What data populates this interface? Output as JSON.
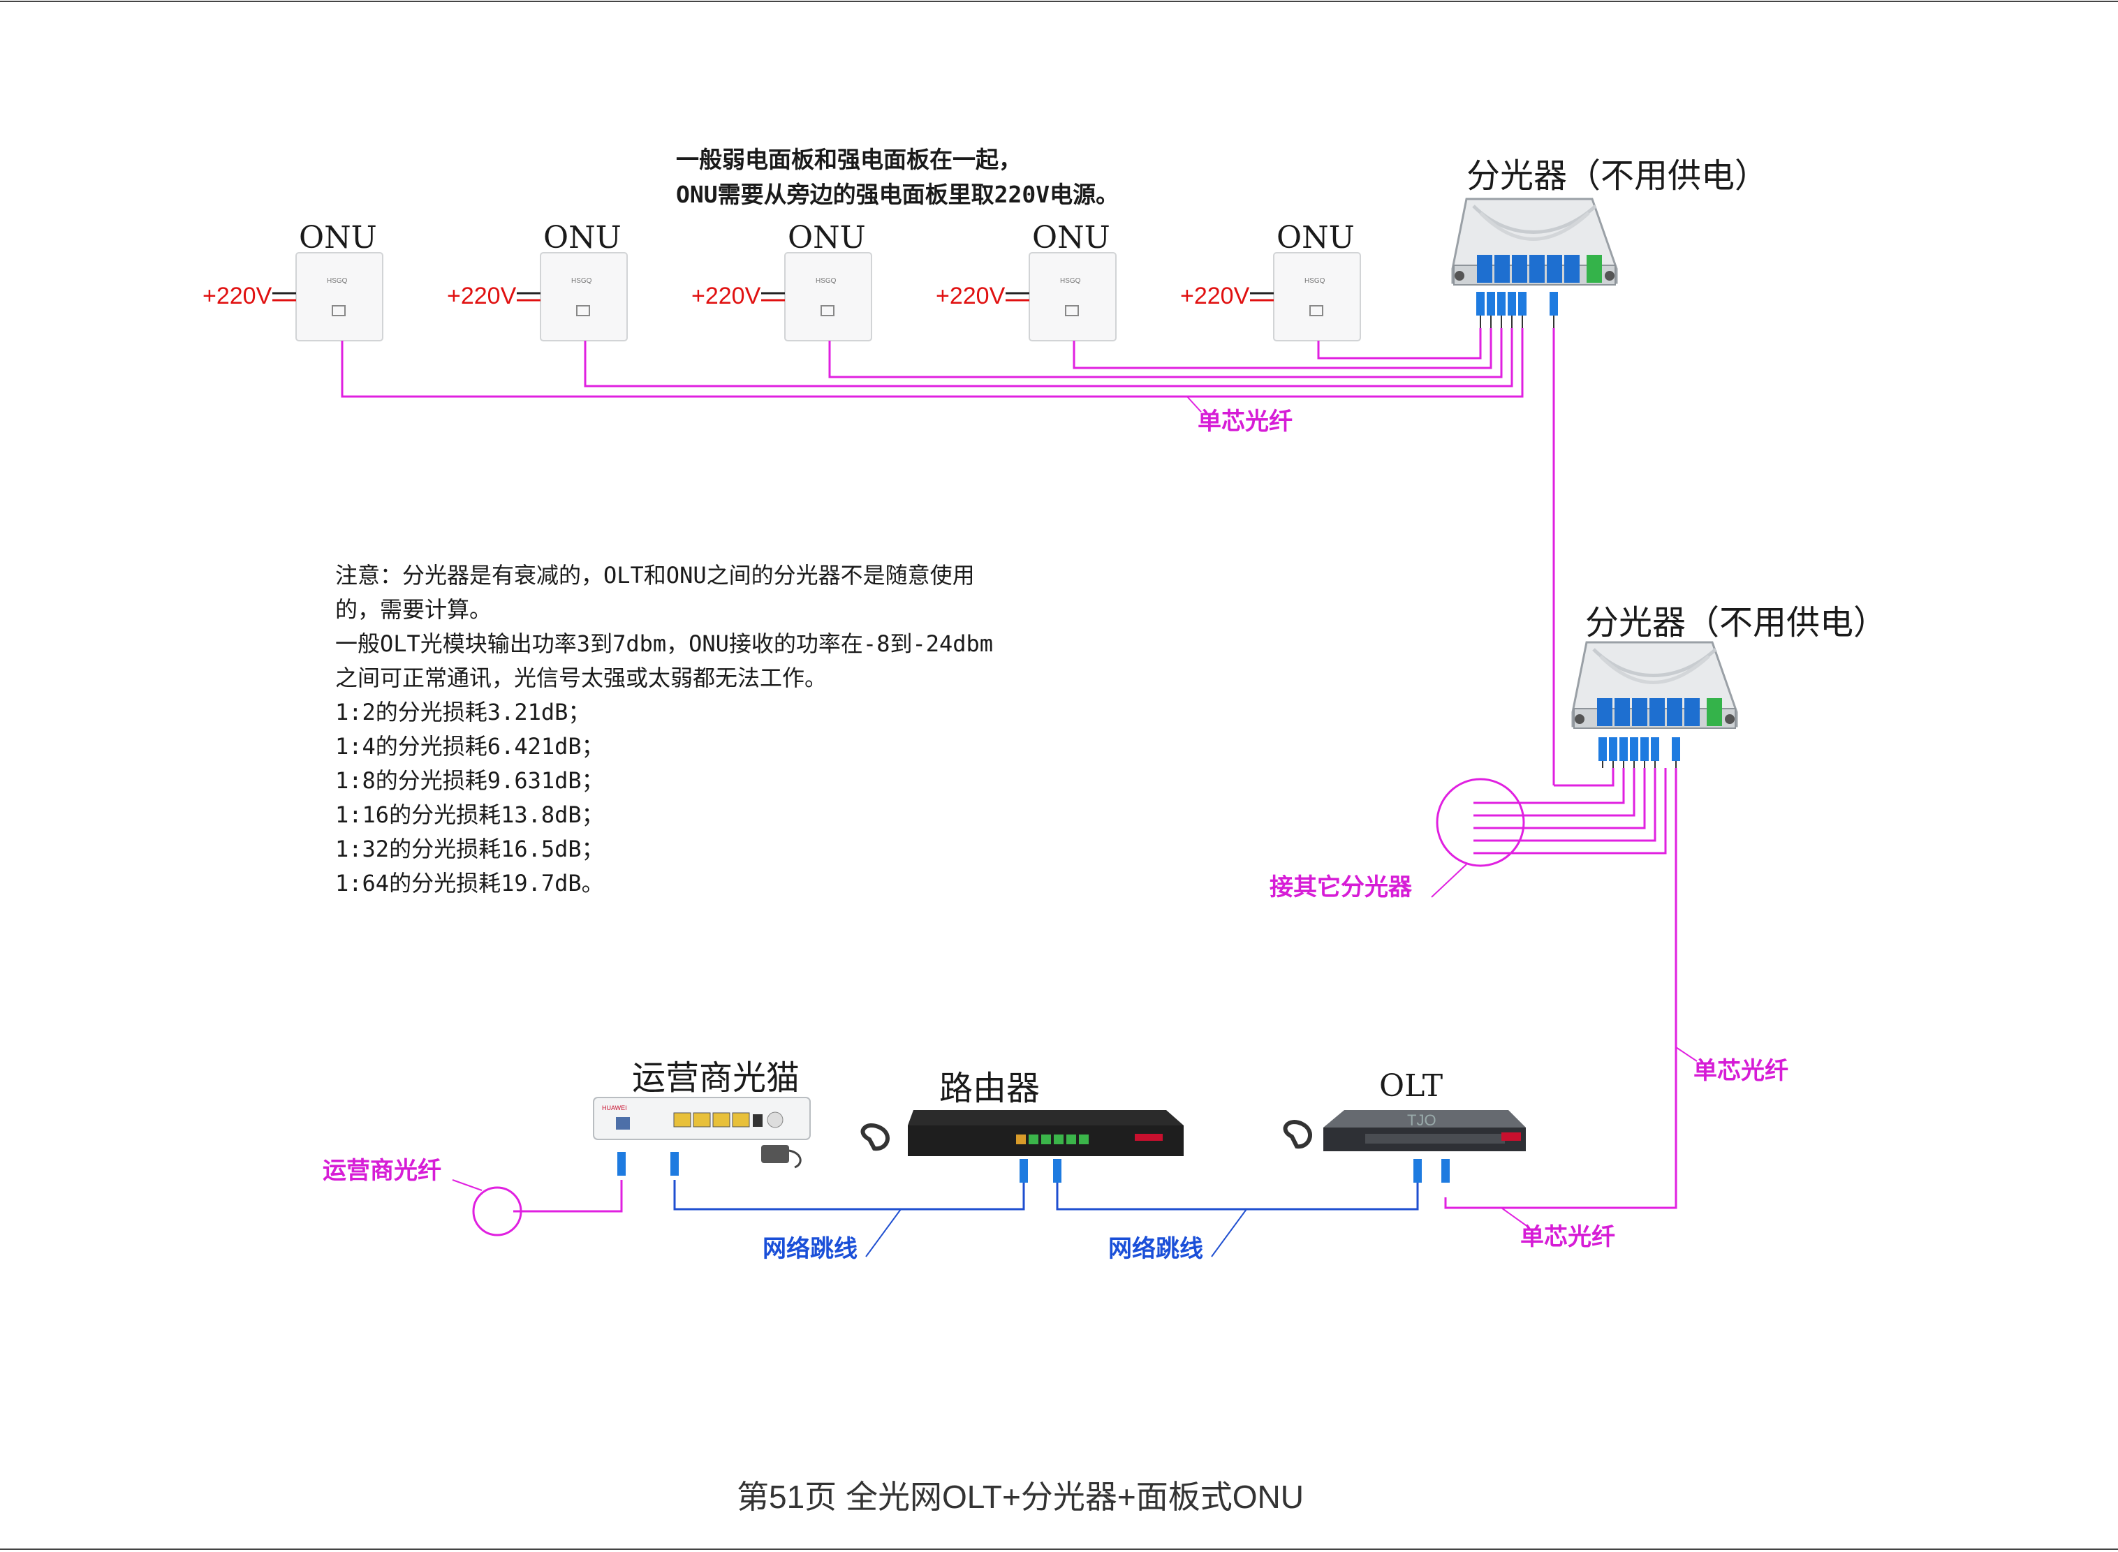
{
  "onus": [
    {
      "label": "ONU",
      "power": "+220V",
      "brand": "HSGQ"
    },
    {
      "label": "ONU",
      "power": "+220V",
      "brand": "HSGQ"
    },
    {
      "label": "ONU",
      "power": "+220V",
      "brand": "HSGQ"
    },
    {
      "label": "ONU",
      "power": "+220V",
      "brand": "HSGQ"
    },
    {
      "label": "ONU",
      "power": "+220V",
      "brand": "HSGQ"
    }
  ],
  "top_note": [
    "一般弱电面板和强电面板在一起，",
    "ONU需要从旁边的强电面板里取220V电源。"
  ],
  "splitter_top": {
    "label": "分光器（不用供电）"
  },
  "splitter_mid": {
    "label": "分光器（不用供电）"
  },
  "fiber_label": "单芯光纤",
  "other_splitter_label": "接其它分光器",
  "attention_note": [
    "注意：分光器是有衰减的，OLT和ONU之间的分光器不是随意使用",
    "的，需要计算。",
    "一般OLT光模块输出功率3到7dbm，ONU接收的功率在-8到-24dbm",
    "之间可正常通讯，光信号太强或太弱都无法工作。",
    "1:2的分光损耗3.21dB；",
    "1:4的分光损耗6.421dB；",
    "1:8的分光损耗9.631dB；",
    "1:16的分光损耗13.8dB；",
    "1:32的分光损耗16.5dB；",
    "1:64的分光损耗19.7dB。"
  ],
  "modem": {
    "label": "运营商光猫",
    "brand": "HUAWEI"
  },
  "router": {
    "label": "路由器"
  },
  "olt": {
    "label": "OLT",
    "front_text": "TJO"
  },
  "carrier_fiber_label": "运营商光纤",
  "patch_cable_label": "网络跳线",
  "fiber_right_label": "单芯光纤",
  "fiber_bottom_label": "单芯光纤",
  "footer": "第51页  全光网OLT+分光器+面板式ONU",
  "colors": {
    "fiber": "#e020e0",
    "ethernet": "#1f4fd0",
    "power": "#e01010",
    "connector": "#1e7be0"
  }
}
